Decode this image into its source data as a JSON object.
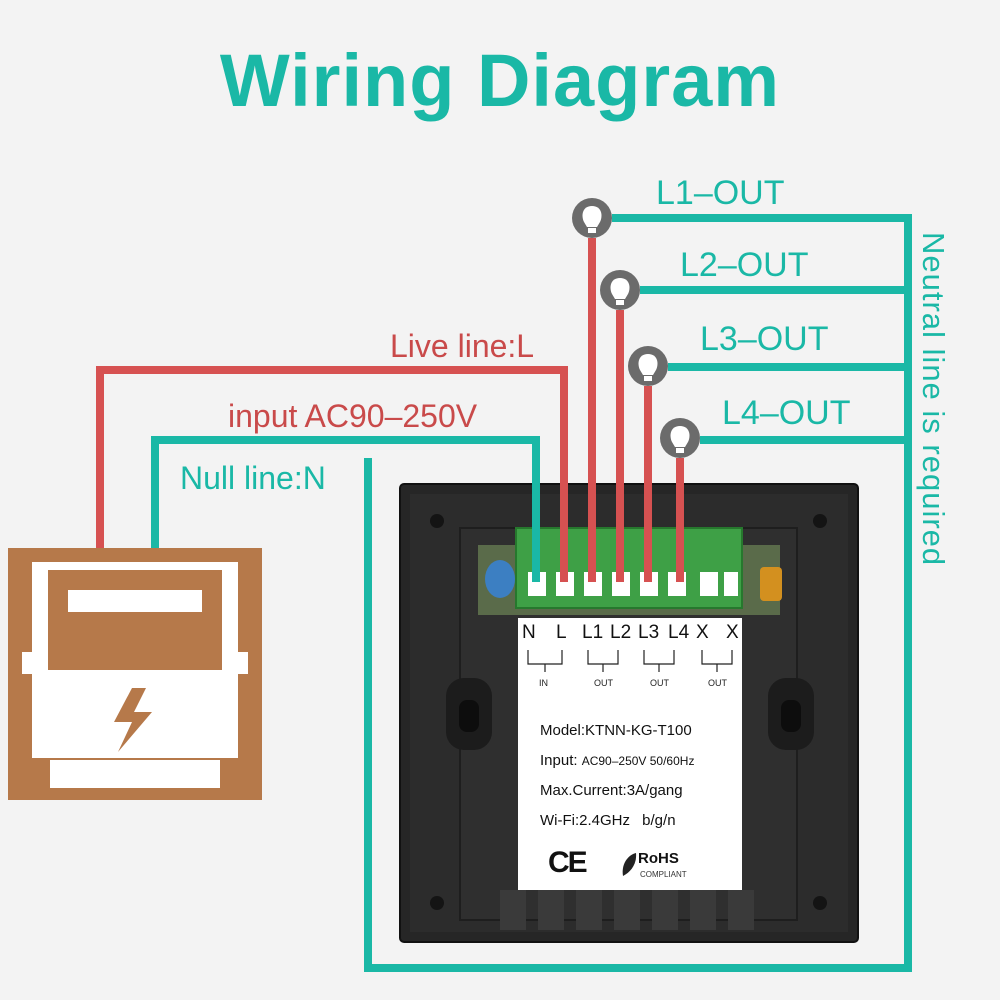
{
  "title": "Wiring Diagram",
  "labels": {
    "live_line": "Live line:L",
    "input_voltage": "input AC90–250V",
    "null_line": "Null line:N",
    "neutral_required": "Neutral line is required",
    "outputs": [
      "L1–OUT",
      "L2–OUT",
      "L3–OUT",
      "L4–OUT"
    ]
  },
  "device_label": {
    "terminals": [
      "N",
      "L",
      "L1",
      "L2",
      "L3",
      "L4",
      "X",
      "X"
    ],
    "groups": [
      "IN",
      "OUT",
      "OUT",
      "OUT"
    ],
    "model": "Model:KTNN-KG-T100",
    "input_label": "Input:",
    "input_value": "AC90–250V 50/60Hz",
    "max_current": "Max.Current:3A/gang",
    "wifi_label": "Wi-Fi:2.4GHz",
    "wifi_modes": "b/g/n",
    "ce_mark": "CE",
    "rohs": "RoHS",
    "rohs_sub": "COMPLIANT"
  },
  "colors": {
    "live_wire": "#d65151",
    "neutral_wire": "#1ab8a6",
    "title": "#1ab8a6",
    "meter": "#b6794a",
    "panel": "#262626"
  },
  "icons": [
    "electric-meter-icon",
    "lightning-bolt-icon",
    "light-bulb-icon"
  ]
}
